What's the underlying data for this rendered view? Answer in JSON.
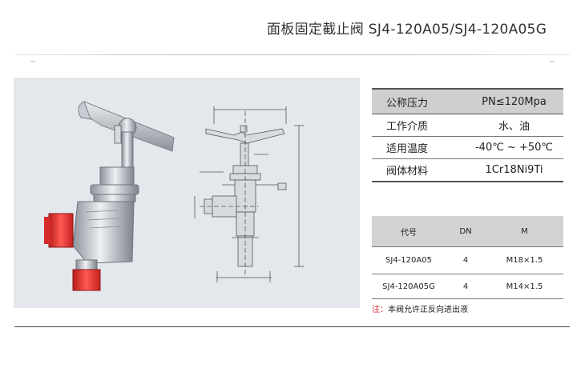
{
  "title": "面板固定截止阀 SJ4-120A05/SJ4-120A05G",
  "specs": {
    "rows": [
      {
        "key": "公称压力",
        "value": "PN≤120Mpa"
      },
      {
        "key": "工作介质",
        "value": "水、油"
      },
      {
        "key": "适用温度",
        "value": "-40℃ ~ +50℃"
      },
      {
        "key": "阀体材料",
        "value": "1Cr18Ni9Ti"
      }
    ]
  },
  "models": {
    "headers": [
      "代号",
      "DN",
      "M"
    ],
    "rows": [
      [
        "SJ4-120A05",
        "4",
        "M18×1.5"
      ],
      [
        "SJ4-120A05G",
        "4",
        "M14×1.5"
      ]
    ]
  },
  "note": {
    "mark": "注：",
    "text": "本阀允许正反向进出液"
  },
  "colors": {
    "cap_red": "#e8322e",
    "steel": "#b9bec6",
    "panel_bg": "#e4e7ec",
    "header_gray": "#cfcfcf"
  }
}
